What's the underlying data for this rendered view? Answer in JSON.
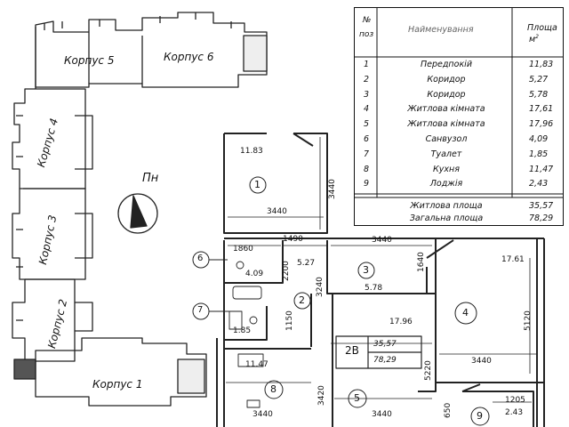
{
  "site_plan": {
    "blocks": [
      {
        "id": "k5",
        "label": "Корпус 5"
      },
      {
        "id": "k6",
        "label": "Корпус 6"
      },
      {
        "id": "k4",
        "label": "Корпус 4"
      },
      {
        "id": "k3",
        "label": "Корпус 3"
      },
      {
        "id": "k2",
        "label": "Корпус 2"
      },
      {
        "id": "k1",
        "label": "Корпус 1"
      }
    ],
    "north_label": "Пн"
  },
  "room_table": {
    "headers": {
      "num": "№\nпоз",
      "name": "Найменування",
      "area": "Площа\nм²"
    },
    "rows": [
      {
        "num": "1",
        "name": "Передпокій",
        "area": "11,83"
      },
      {
        "num": "2",
        "name": "Коридор",
        "area": "5,27"
      },
      {
        "num": "3",
        "name": "Коридор",
        "area": "5,78"
      },
      {
        "num": "4",
        "name": "Житлова кімната",
        "area": "17,61"
      },
      {
        "num": "5",
        "name": "Житлова кімната",
        "area": "17,96"
      },
      {
        "num": "6",
        "name": "Санвузол",
        "area": "4,09"
      },
      {
        "num": "7",
        "name": "Туалет",
        "area": "1,85"
      },
      {
        "num": "8",
        "name": "Кухня",
        "area": "11,47"
      },
      {
        "num": "9",
        "name": "Лоджія",
        "area": "2,43"
      }
    ],
    "totals": [
      {
        "name": "Житлова площа",
        "area": "35,57"
      },
      {
        "name": "Загальна площа",
        "area": "78,29"
      }
    ]
  },
  "floor_plan": {
    "room_numbers": [
      "1",
      "2",
      "3",
      "4",
      "5",
      "8",
      "9"
    ],
    "room_areas": {
      "r1": "11.83",
      "r2": "5.27",
      "r3": "5.78",
      "r4": "17.61",
      "r5": "17.96",
      "r6": "4.09",
      "r7": "1.85",
      "r8": "11.47",
      "r9": "2.43"
    },
    "callouts": [
      "6",
      "7"
    ],
    "dimensions": {
      "d1_w": "3440",
      "d1_h": "3440",
      "d_1860": "1860",
      "d_1490": "1490",
      "d_3440_mid": "3440",
      "d_2200": "2200",
      "d_3240": "3240",
      "d_1640": "1640",
      "d_1150": "1150",
      "d_5120": "5120",
      "d_3440_r4": "3440",
      "d_3420": "3420",
      "d_5220": "5220",
      "d_3440_b1": "3440",
      "d_3440_b2": "3440",
      "d_1205": "1205",
      "d_650": "650"
    },
    "apartment_tag": {
      "type": "2В",
      "living": "35,57",
      "total": "78,29"
    }
  }
}
